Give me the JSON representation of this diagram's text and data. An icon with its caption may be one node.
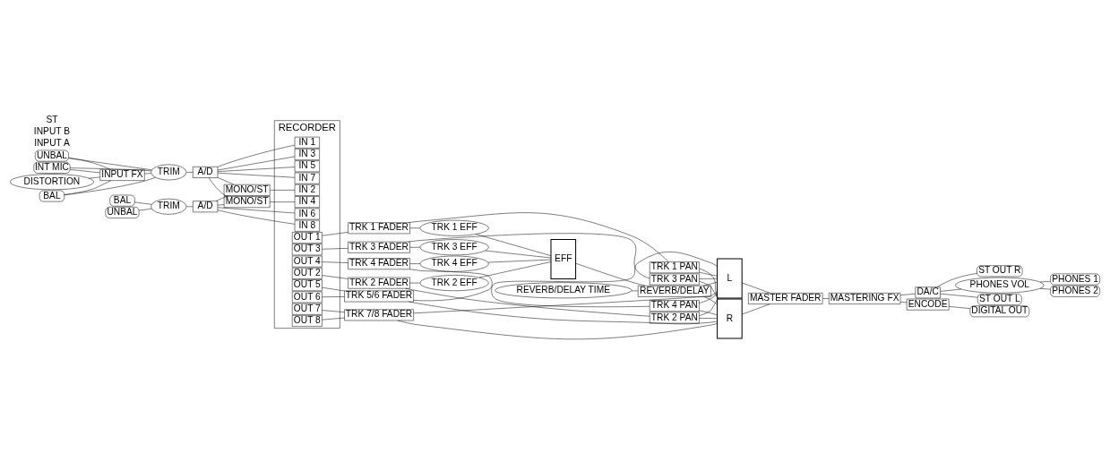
{
  "diagram": {
    "nodes": [
      {
        "text": [
          "BAL"
        ]
      },
      {
        "text": [
          "UNBAL"
        ]
      },
      {
        "text": [
          "INT MIC"
        ]
      },
      {
        "text": [
          "INPUT FX"
        ]
      },
      {
        "text": [
          "DISTORTION"
        ]
      },
      {
        "text": [
          "TRIM"
        ]
      },
      {
        "text": [
          "A/D"
        ]
      },
      {
        "text": [
          "BAL"
        ]
      },
      {
        "text": [
          "UNBAL"
        ]
      },
      {
        "text": [
          "TRIM"
        ]
      },
      {
        "text": [
          "A/D"
        ]
      },
      {
        "text": [
          "MONO/ST"
        ]
      },
      {
        "text": [
          "MONO/ST"
        ]
      },
      {
        "text": [
          "RECORDER"
        ]
      },
      {
        "text": [
          "IN 1"
        ],
        "in": 13
      },
      {
        "text": [
          "IN 2"
        ],
        "in": 13
      },
      {
        "text": [
          "IN 3"
        ],
        "in": 13
      },
      {
        "text": [
          "IN 4"
        ],
        "in": 13
      },
      {
        "text": [
          "IN 5"
        ],
        "in": 13
      },
      {
        "text": [
          "IN 6"
        ],
        "in": 13
      },
      {
        "text": [
          "IN 7"
        ],
        "in": 13
      },
      {
        "text": [
          "IN 8"
        ],
        "in": 13
      },
      {
        "text": [
          "OUT 1"
        ],
        "in": 13
      },
      {
        "text": [
          "OUT 2"
        ],
        "in": 13
      },
      {
        "text": [
          "OUT 3"
        ],
        "in": 13
      },
      {
        "text": [
          "OUT 4"
        ],
        "in": 13
      },
      {
        "text": [
          "OUT 5"
        ],
        "in": 13
      },
      {
        "text": [
          "OUT 6"
        ],
        "in": 13
      },
      {
        "text": [
          "OUT 7"
        ],
        "in": 13
      },
      {
        "text": [
          "OUT 8"
        ],
        "in": 13
      },
      {
        "text": [
          "TRK 1 FADER"
        ]
      },
      {
        "text": [
          "TRK 1 PAN"
        ]
      },
      {
        "text": [
          "TRK 1 EFF"
        ]
      },
      {
        "text": [
          "TRK 2 FADER"
        ]
      },
      {
        "text": [
          "TRK 2 PAN"
        ]
      },
      {
        "text": [
          "TRK 2 EFF"
        ]
      },
      {
        "text": [
          "TRK 3 FADER"
        ]
      },
      {
        "text": [
          "TRK 3 PAN"
        ]
      },
      {
        "text": [
          "TRK 3 EFF"
        ]
      },
      {
        "text": [
          "TRK 4 FADER"
        ]
      },
      {
        "text": [
          "TRK 4 PAN"
        ]
      },
      {
        "text": [
          "TRK 4 EFF"
        ]
      },
      {
        "text": [
          "TRK 5/6 FADER"
        ]
      },
      {
        "text": [
          "TRK 7/8 FADER"
        ]
      },
      {
        "text": [
          "L"
        ]
      },
      {
        "text": [
          "R"
        ]
      },
      {
        "text": [
          "EFF"
        ]
      },
      {
        "text": [
          "MASTER FADER"
        ]
      },
      {
        "text": [
          "MASTERING FX"
        ]
      },
      {
        "text": [
          "DA/C"
        ]
      },
      {
        "text": [
          "PHONES VOL"
        ]
      },
      {
        "text": [
          "ST OUT L"
        ]
      },
      {
        "text": [
          "ST OUT R"
        ]
      },
      {
        "text": [
          "PHONES 1"
        ]
      },
      {
        "text": [
          "PHONES 2"
        ]
      },
      {
        "text": [
          "REVERB/DELAY"
        ]
      },
      {
        "text": [
          "REVERB/DELAY TIME"
        ]
      },
      {
        "text": [
          "ENCODE"
        ]
      },
      {
        "text": [
          "DIGITAL OUT"
        ]
      }
    ],
    "edges": [
      {
        "from": 0,
        "to": 3,
        "arrow": "none"
      },
      {
        "from": 1,
        "to": 3,
        "arrow": "none"
      },
      {
        "from": 2,
        "to": 3,
        "arrow": "none"
      },
      {
        "from": 0,
        "to": 5,
        "arrow": "none"
      },
      {
        "from": 1,
        "to": 5,
        "arrow": "none"
      },
      {
        "from": 2,
        "to": 5,
        "arrow": "none"
      },
      {
        "from": 4,
        "to": 3,
        "arrow": "none"
      },
      {
        "from": 3,
        "to": 5,
        "arrow": "none"
      },
      {
        "from": 5,
        "to": 6,
        "arrow": "none"
      },
      {
        "from": 7,
        "to": 9,
        "arrow": "none"
      },
      {
        "from": 8,
        "to": 9,
        "arrow": "none"
      },
      {
        "from": 9,
        "to": 10,
        "arrow": "none"
      },
      {
        "from": 6,
        "to": 14,
        "arrow": "none"
      },
      {
        "from": 6,
        "to": 11,
        "arrow": "none"
      },
      {
        "from": 6,
        "to": 16,
        "arrow": "none"
      },
      {
        "from": 6,
        "to": 12,
        "arrow": "none"
      },
      {
        "from": 6,
        "to": 18,
        "arrow": "none"
      },
      {
        "from": 6,
        "to": 20,
        "arrow": "none"
      },
      {
        "from": 10,
        "to": 11,
        "arrow": "none"
      },
      {
        "from": 10,
        "to": 12,
        "arrow": "none"
      },
      {
        "from": 10,
        "to": 19,
        "arrow": "none"
      },
      {
        "from": 10,
        "to": 21,
        "arrow": "none"
      },
      {
        "from": 11,
        "to": 15,
        "arrow": "none"
      },
      {
        "from": 12,
        "to": 17,
        "arrow": "none"
      },
      {
        "from": 22,
        "to": 30,
        "arrow": "none"
      },
      {
        "from": 30,
        "to": 31,
        "arrow": "none"
      },
      {
        "from": 30,
        "to": 32,
        "arrow": "none"
      },
      {
        "from": 31,
        "to": 44,
        "arrow": "none"
      },
      {
        "from": 31,
        "to": 45,
        "arrow": "none"
      },
      {
        "from": 32,
        "to": 46,
        "arrow": "none"
      },
      {
        "from": 23,
        "to": 33,
        "arrow": "none"
      },
      {
        "from": 33,
        "to": 34,
        "arrow": "none"
      },
      {
        "from": 33,
        "to": 35,
        "arrow": "none"
      },
      {
        "from": 34,
        "to": 44,
        "arrow": "none"
      },
      {
        "from": 34,
        "to": 45,
        "arrow": "none"
      },
      {
        "from": 35,
        "to": 46,
        "arrow": "none"
      },
      {
        "from": 24,
        "to": 36,
        "arrow": "none"
      },
      {
        "from": 36,
        "to": 37,
        "arrow": "none"
      },
      {
        "from": 36,
        "to": 38,
        "arrow": "none"
      },
      {
        "from": 37,
        "to": 44,
        "arrow": "none"
      },
      {
        "from": 37,
        "to": 45,
        "arrow": "none"
      },
      {
        "from": 38,
        "to": 46,
        "arrow": "none"
      },
      {
        "from": 25,
        "to": 39,
        "arrow": "none"
      },
      {
        "from": 39,
        "to": 40,
        "arrow": "none"
      },
      {
        "from": 39,
        "to": 41,
        "arrow": "none"
      },
      {
        "from": 40,
        "to": 44,
        "arrow": "none"
      },
      {
        "from": 40,
        "to": 45,
        "arrow": "none"
      },
      {
        "from": 41,
        "to": 46,
        "arrow": "none"
      },
      {
        "from": 26,
        "to": 42,
        "arrow": "none"
      },
      {
        "from": 27,
        "to": 42,
        "arrow": "none"
      },
      {
        "from": 42,
        "to": 44,
        "arrow": "none"
      },
      {
        "from": 42,
        "to": 45,
        "arrow": "none"
      },
      {
        "from": 28,
        "to": 43,
        "arrow": "none"
      },
      {
        "from": 29,
        "to": 43,
        "arrow": "none"
      },
      {
        "from": 43,
        "to": 44,
        "arrow": "none"
      },
      {
        "from": 43,
        "to": 45,
        "arrow": "none"
      },
      {
        "from": 46,
        "to": 55,
        "arrow": "none"
      },
      {
        "from": 56,
        "to": 55,
        "arrow": "none"
      },
      {
        "from": 55,
        "to": 44,
        "arrow": "none"
      },
      {
        "from": 55,
        "to": 45,
        "arrow": "none"
      },
      {
        "from": 44,
        "to": 47,
        "arrow": "none"
      },
      {
        "from": 45,
        "to": 47,
        "arrow": "none"
      },
      {
        "from": 47,
        "to": 48,
        "arrow": "none"
      },
      {
        "from": 48,
        "to": 49,
        "arrow": "none"
      },
      {
        "from": 48,
        "to": 57,
        "arrow": "none"
      },
      {
        "from": 49,
        "to": 51,
        "arrow": "none"
      },
      {
        "from": 49,
        "to": 52,
        "arrow": "none"
      },
      {
        "from": 49,
        "to": 50,
        "arrow": "none"
      },
      {
        "from": 50,
        "to": 53,
        "arrow": "none"
      },
      {
        "from": 50,
        "to": 54,
        "arrow": "none"
      },
      {
        "from": 57,
        "to": 58,
        "arrow": "none"
      }
    ],
    "labels": [
      "INPUT A",
      "INPUT B",
      "ST"
    ]
  }
}
